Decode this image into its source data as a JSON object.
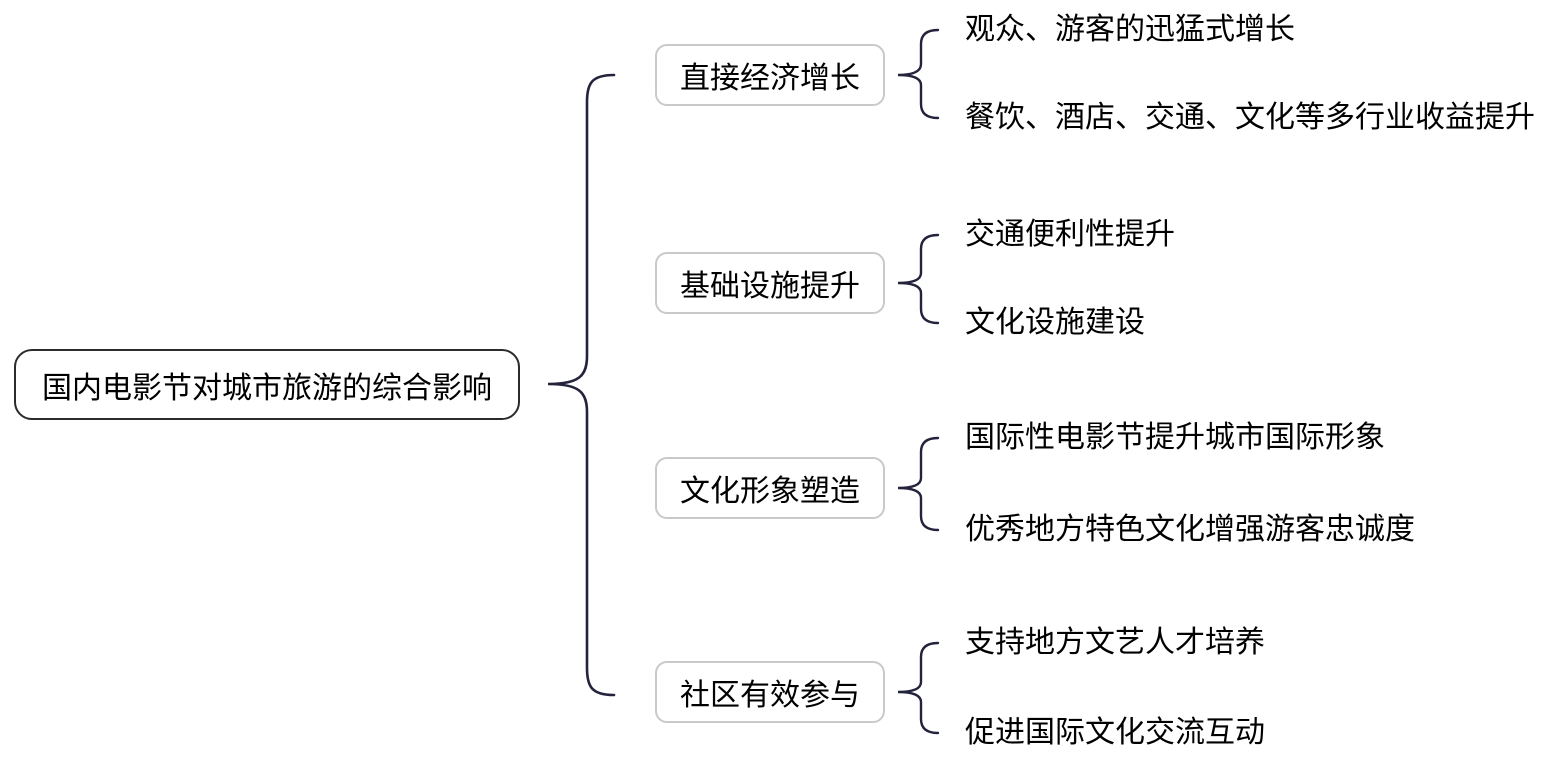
{
  "diagram": {
    "type": "mindmap-brace-diagram",
    "root": {
      "label": "国内电影节对城市旅游的综合影响"
    },
    "branches": [
      {
        "label": "直接经济增长",
        "children": [
          "观众、游客的迅猛式增长",
          "餐饮、酒店、交通、文化等多行业收益提升"
        ]
      },
      {
        "label": "基础设施提升",
        "children": [
          "交通便利性提升",
          "文化设施建设"
        ]
      },
      {
        "label": "文化形象塑造",
        "children": [
          "国际性电影节提升城市国际形象",
          "优秀地方特色文化增强游客忠诚度"
        ]
      },
      {
        "label": "社区有效参与",
        "children": [
          "支持地方文艺人才培养",
          "促进国际文化交流互动"
        ]
      }
    ],
    "colors": {
      "text": "#000000",
      "root_border": "#2b2b2b",
      "branch_border": "#c9c9c9",
      "brace": "#23233d",
      "background": "#ffffff"
    }
  }
}
